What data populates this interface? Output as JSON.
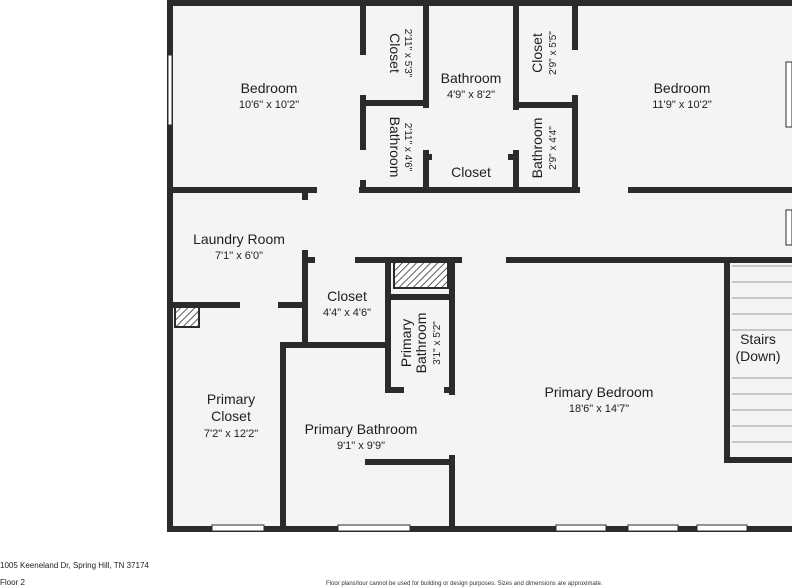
{
  "plan": {
    "rooms": {
      "bedroom_left": {
        "name": "Bedroom",
        "dims": "10'6\" x 10'2\""
      },
      "closet_upper_left": {
        "name": "Closet",
        "dims": "2'11\" x 5'3\""
      },
      "bathroom_center": {
        "name": "Bathroom",
        "dims": "4'9\" x 8'2\""
      },
      "closet_upper_right": {
        "name": "Closet",
        "dims": "2'9\" x 5'5\""
      },
      "bedroom_right": {
        "name": "Bedroom",
        "dims": "11'9\" x 10'2\""
      },
      "bathroom_left_small": {
        "name": "Bathroom",
        "dims": "2'11\" x 4'6\""
      },
      "closet_hall": {
        "name": "Closet"
      },
      "bathroom_right_small": {
        "name": "Bathroom",
        "dims": "2'9\" x 4'4\""
      },
      "laundry": {
        "name": "Laundry Room",
        "dims": "7'1\" x 6'0\""
      },
      "closet_mid": {
        "name": "Closet",
        "dims": "4'4\" x 4'6\""
      },
      "primary_bath_small": {
        "name_line1": "Primary",
        "name_line2": "Bathroom",
        "dims": "3'1\" x 5'2\""
      },
      "primary_closet": {
        "name_line1": "Primary",
        "name_line2": "Closet",
        "dims": "7'2\" x 12'2\""
      },
      "primary_bathroom": {
        "name": "Primary Bathroom",
        "dims": "9'1\" x 9'9\""
      },
      "primary_bedroom": {
        "name": "Primary Bedroom",
        "dims": "18'6\" x 14'7\""
      },
      "stairs": {
        "name_line1": "Stairs",
        "name_line2": "(Down)"
      }
    }
  },
  "footer": {
    "address": "1005 Keeneland Dr, Spring Hill, TN 37174",
    "floor": "Floor 2",
    "disclaimer": "Floor plans/tour cannot be used for building or design purposes. Sizes and dimensions are approximate."
  },
  "colors": {
    "wall": "#2b2b2b",
    "floor": "#f4f4f4",
    "hatch": "#8a5a3a"
  }
}
